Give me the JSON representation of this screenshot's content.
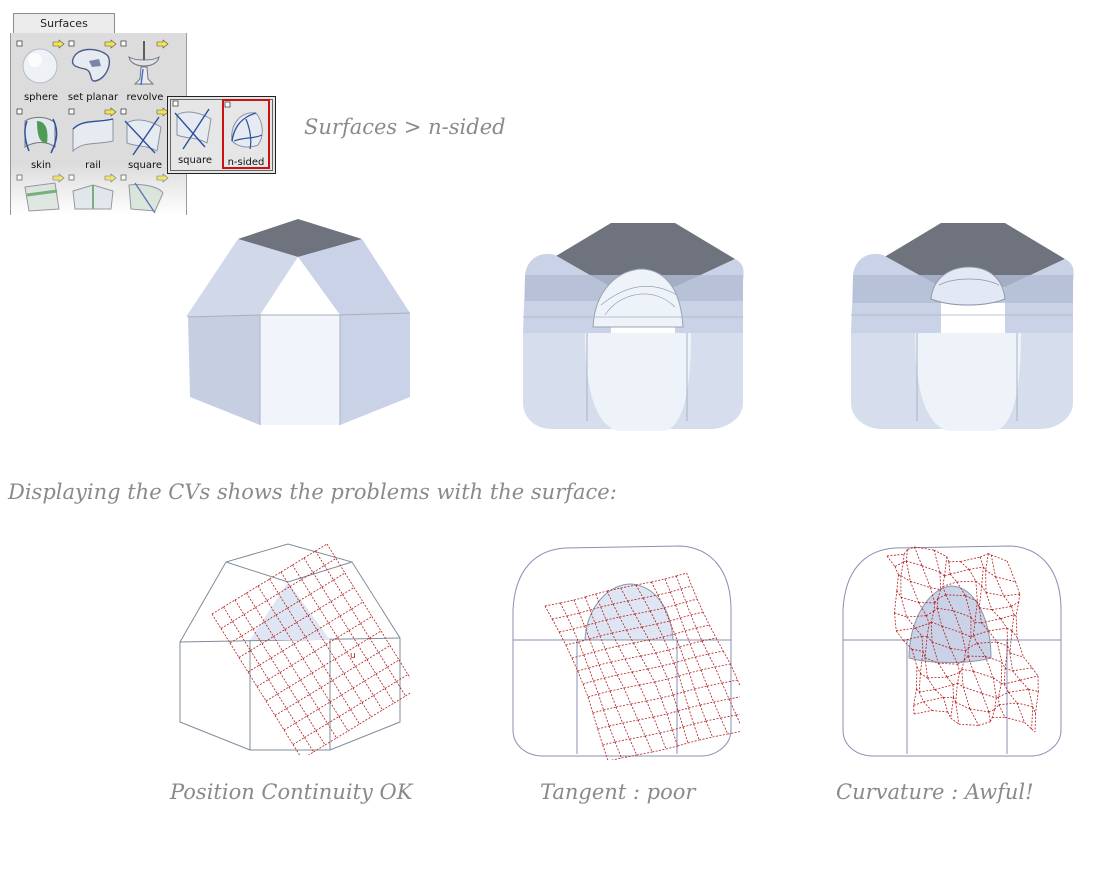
{
  "palette": {
    "tab_label": "Surfaces",
    "tools": [
      {
        "name": "sphere",
        "label": "sphere"
      },
      {
        "name": "set-planar",
        "label": "set planar"
      },
      {
        "name": "revolve",
        "label": "revolve"
      },
      {
        "name": "skin",
        "label": "skin"
      },
      {
        "name": "rail",
        "label": "rail"
      },
      {
        "name": "square",
        "label": "square"
      }
    ],
    "popout": [
      {
        "name": "square",
        "label": "square"
      },
      {
        "name": "n-sided",
        "label": "n-sided",
        "selected": true
      }
    ]
  },
  "menu_path": "Surfaces > n-sided",
  "intro_text": "Displaying the CVs shows the problems with the surface:",
  "captions": [
    "Position Continuity OK",
    "Tangent : poor",
    "Curvature : Awful!"
  ],
  "colors": {
    "surface_light": "#dfe6f3",
    "surface_mid": "#c3cde2",
    "surface_dark": "#6e737e",
    "cv_red": "#b31b1b",
    "selection_red": "#cc1111"
  }
}
